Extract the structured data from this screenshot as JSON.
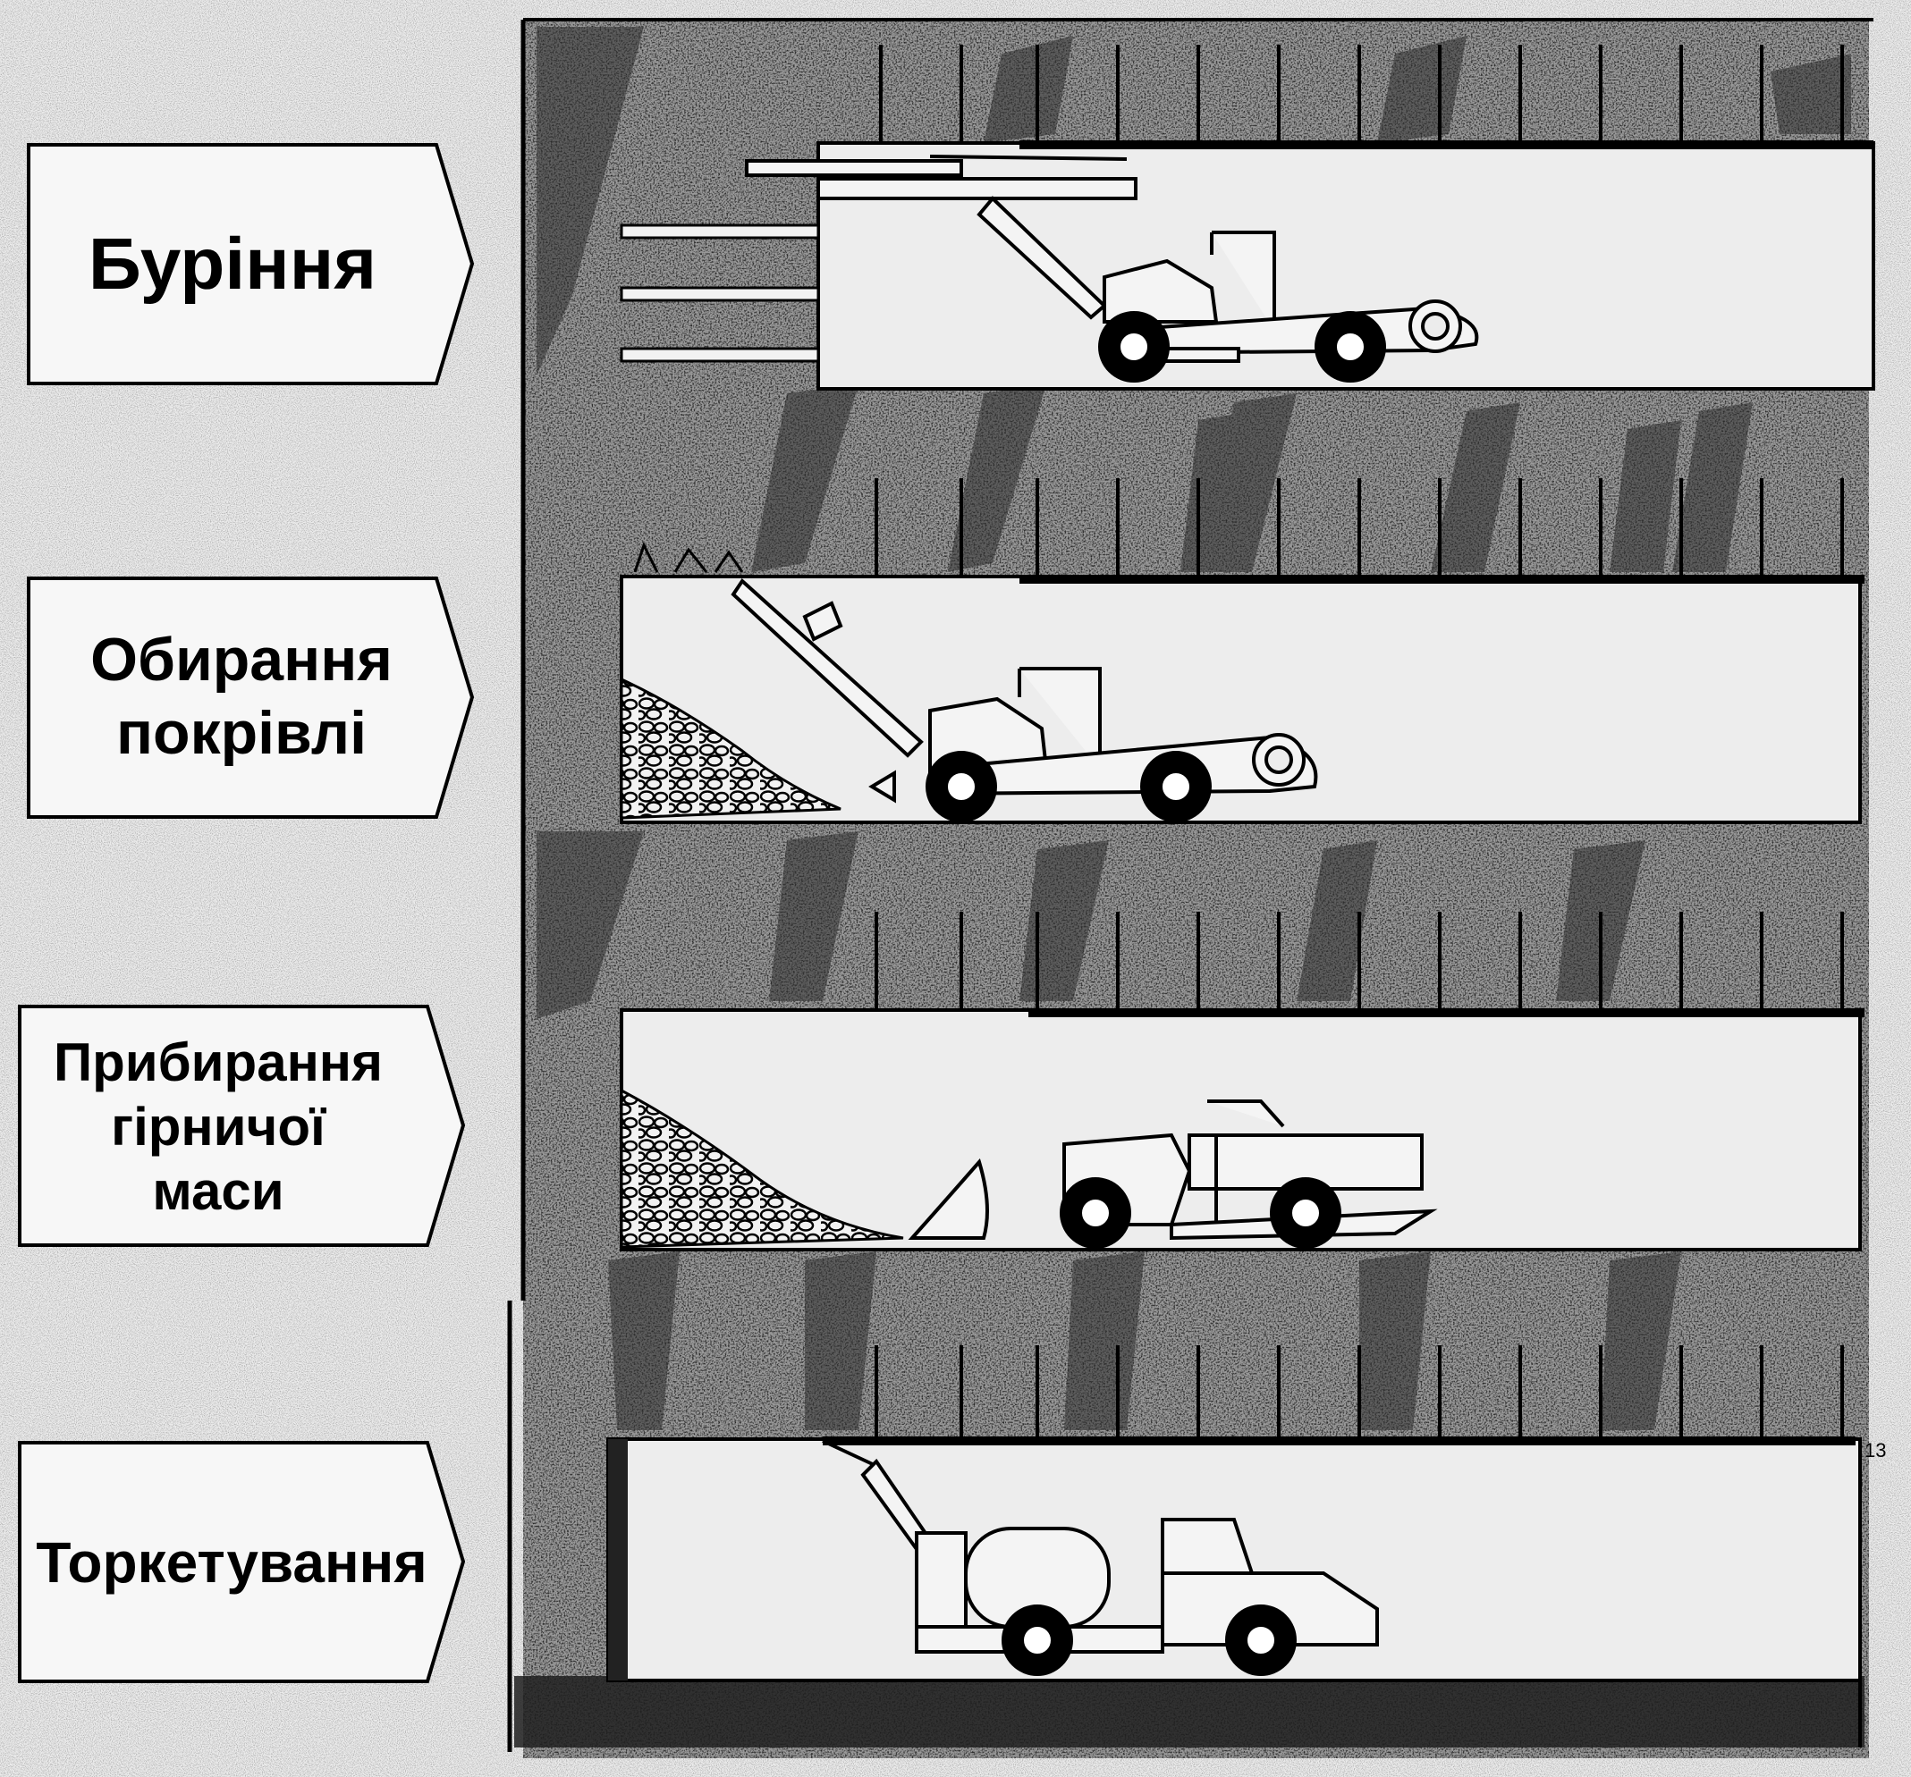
{
  "stages": [
    {
      "label": "Буріння",
      "icon": "drill-rig-icon"
    },
    {
      "label": "Обирання\nпокрівлі",
      "icon": "scaling-rig-icon"
    },
    {
      "label": "Прибирання\nгірничої\nмаси",
      "icon": "loader-icon"
    },
    {
      "label": "Торкетування",
      "icon": "shotcrete-machine-icon"
    }
  ],
  "colors": {
    "rock_dark": "#3a3a3a",
    "rock_mid": "#7a7a7a",
    "paper": "#ececec",
    "line": "#000000"
  },
  "corner_mark": "13"
}
